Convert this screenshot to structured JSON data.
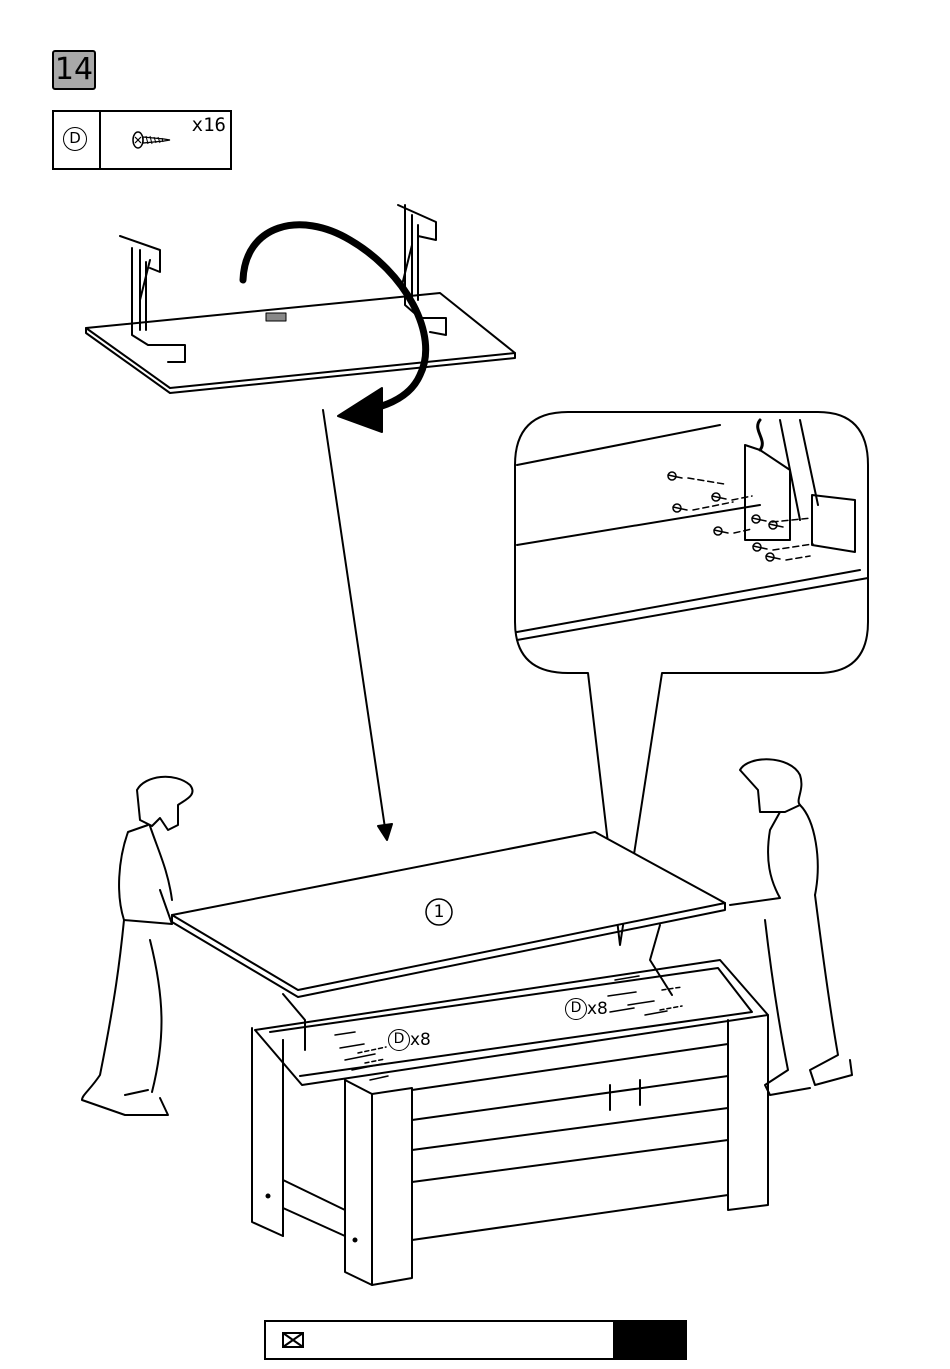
{
  "step": {
    "number": "14"
  },
  "parts": {
    "letter": "D",
    "quantity": "x16",
    "icon": "screw-icon"
  },
  "callouts": [
    {
      "letter": "D",
      "quantity": "x8"
    },
    {
      "letter": "D",
      "quantity": "x8"
    }
  ],
  "panel_label": "1",
  "footer": {
    "icon": "envelope-icon"
  }
}
